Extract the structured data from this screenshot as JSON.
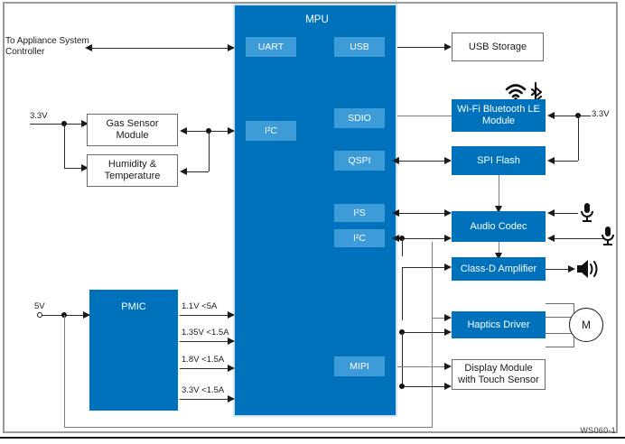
{
  "diagram": {
    "watermark": "WS060-1",
    "colors": {
      "mpu_blue": "#0072BC",
      "port_blue": "#3d9BD7",
      "wire": "#2b2b2b",
      "power_wire": "#7d7d7d"
    }
  },
  "mpu": {
    "title": "MPU",
    "ports": [
      {
        "name": "UART",
        "label": "UART"
      },
      {
        "name": "I2C-left",
        "label": "I²C"
      },
      {
        "name": "USB",
        "label": "USB"
      },
      {
        "name": "SDIO",
        "label": "SDIO"
      },
      {
        "name": "QSPI",
        "label": "QSPI"
      },
      {
        "name": "I2S",
        "label": "I²S"
      },
      {
        "name": "I2C-right",
        "label": "I²C"
      },
      {
        "name": "MIPI",
        "label": "MIPI"
      }
    ]
  },
  "left": {
    "appliance_label": "To Appliance System\nController",
    "appliance_line1": "To Appliance System",
    "appliance_line2": "Controller",
    "supply_33v": "3.3V",
    "supply_5v": "5V",
    "gas_sensor": "Gas Sensor\nModule",
    "gas_sensor_line1": "Gas Sensor",
    "gas_sensor_line2": "Module",
    "humidity": "Humidity &\nTemperature",
    "humidity_line1": "Humidity &",
    "humidity_line2": "Temperature",
    "pmic": "PMIC"
  },
  "pmic_rails": [
    {
      "label": "1.1V <5A"
    },
    {
      "label": "1.35V <1.5A"
    },
    {
      "label": "1.8V <1.5A"
    },
    {
      "label": "3.3V <1.5A"
    }
  ],
  "right": {
    "usb_storage": "USB Storage",
    "wifi_module_line1": "Wi-Fi Bluetooth LE",
    "wifi_module_line2": "Module",
    "spi_flash": "SPI Flash",
    "audio_codec": "Audio Codec",
    "class_d": "Class-D Amplifier",
    "haptics": "Haptics Driver",
    "display_line1": "Display Module",
    "display_line2": "with Touch Sensor",
    "supply_33v": "3.3V",
    "motor_label": "M"
  },
  "icons": {
    "wifi": "wifi-icon",
    "bluetooth": "bluetooth-icon",
    "mic1": "microphone-icon",
    "mic2": "microphone-icon",
    "speaker": "speaker-icon",
    "motor": "motor-icon"
  }
}
